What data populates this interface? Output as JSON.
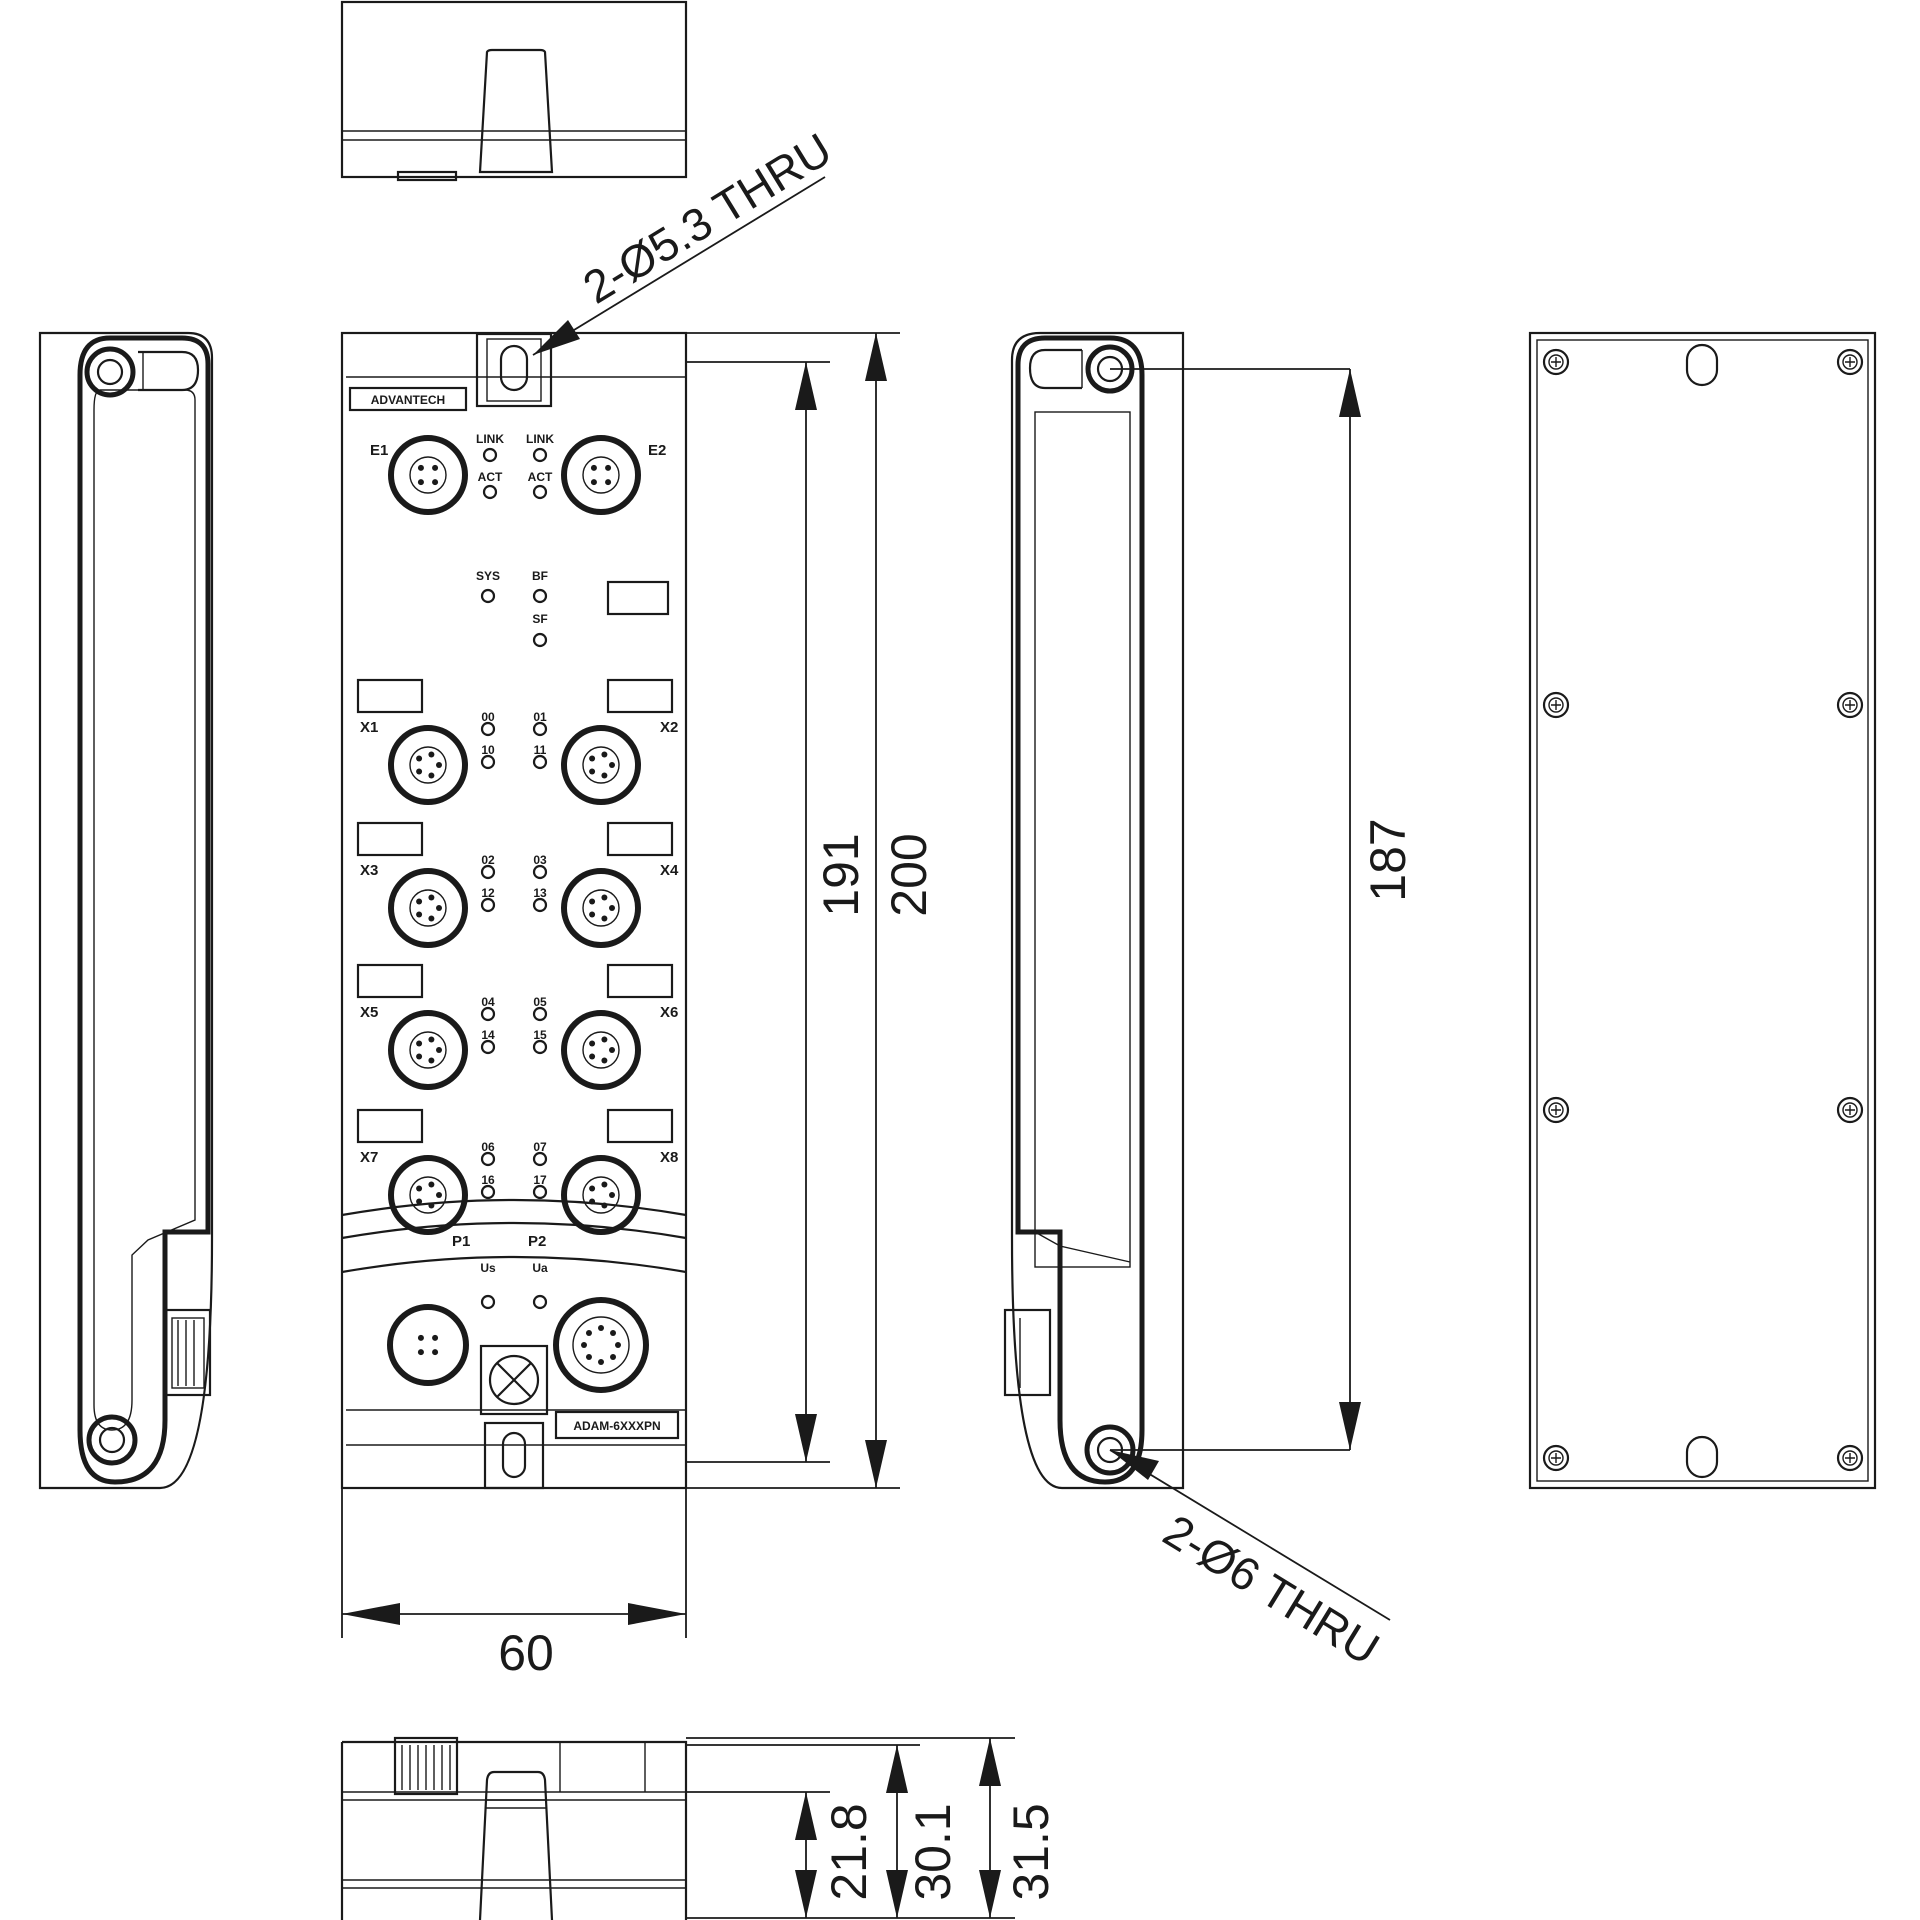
{
  "dimensions": {
    "width": "60",
    "height_inner": "191",
    "height_outer": "200",
    "side_hole_pitch": "187",
    "depth_1": "21.8",
    "depth_2": "30.1",
    "depth_3": "31.5"
  },
  "notes": {
    "top_hole": "2-Ø5.3 THRU",
    "side_hole": "2-Ø6 THRU"
  },
  "front_panel": {
    "brand": "ADVANTECH",
    "model": "ADAM-6XXXPN",
    "port_labels": [
      "E1",
      "E2",
      "X1",
      "X2",
      "X3",
      "X4",
      "X5",
      "X6",
      "X7",
      "X8",
      "P1",
      "P2"
    ],
    "led_labels": {
      "link": "LINK",
      "act": "ACT",
      "sys": "SYS",
      "bf": "BF",
      "sf": "SF",
      "us": "Us",
      "ua": "Ua",
      "channels": [
        "00",
        "01",
        "10",
        "11",
        "02",
        "03",
        "12",
        "13",
        "04",
        "05",
        "14",
        "15",
        "06",
        "07",
        "16",
        "17"
      ]
    }
  }
}
